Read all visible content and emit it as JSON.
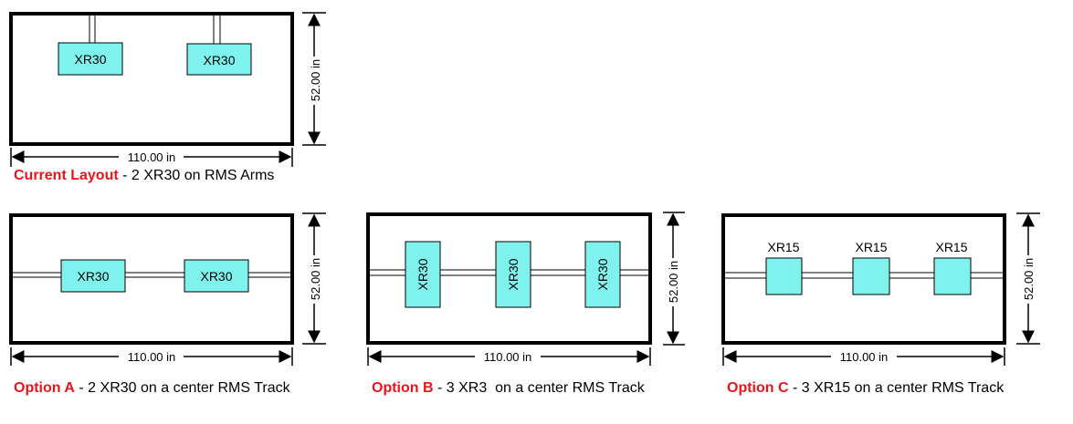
{
  "colors": {
    "unit_fill": "#7ff2ee",
    "highlight": "#e8141b",
    "frame": "#000000"
  },
  "units": {
    "xr30": "XR30",
    "xr15": "XR15"
  },
  "dimensions": {
    "width": "110.00 in",
    "height": "52.00 in"
  },
  "captions": {
    "current": {
      "highlight": "Current Layout",
      "text": " - 2 XR30 on RMS Arms"
    },
    "option_a": {
      "highlight": "Option A",
      "text": " - 2 XR30 on a center RMS Track"
    },
    "option_b": {
      "highlight": "Option B",
      "text": " - 3 XR3  on a center RMS Track"
    },
    "option_c": {
      "highlight": "Option C",
      "text": " - 3 XR15 on a center RMS Track"
    }
  }
}
